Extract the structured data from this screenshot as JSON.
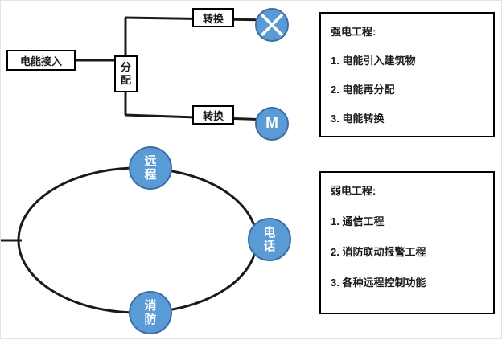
{
  "top_flow": {
    "input_label": "电能接入",
    "distribute_label": "分配",
    "convert_upper_label": "转换",
    "convert_lower_label": "转换",
    "motor_symbol": "M"
  },
  "strong_panel": {
    "title": "强电工程:",
    "items": [
      "1. 电能引入建筑物",
      "2. 电能再分配",
      "3. 电能转换"
    ]
  },
  "weak_panel": {
    "title": "弱电工程:",
    "items": [
      "1. 通信工程",
      "2. 消防联动报警工程",
      "3. 各种远程控制功能"
    ]
  },
  "network_nodes": {
    "remote_label": "远程",
    "phone_label": "电话",
    "fire_label": "消防"
  },
  "colors": {
    "node_fill": "#5B9BD5",
    "node_border": "#3D6EA5",
    "line": "#1a1a1a"
  }
}
